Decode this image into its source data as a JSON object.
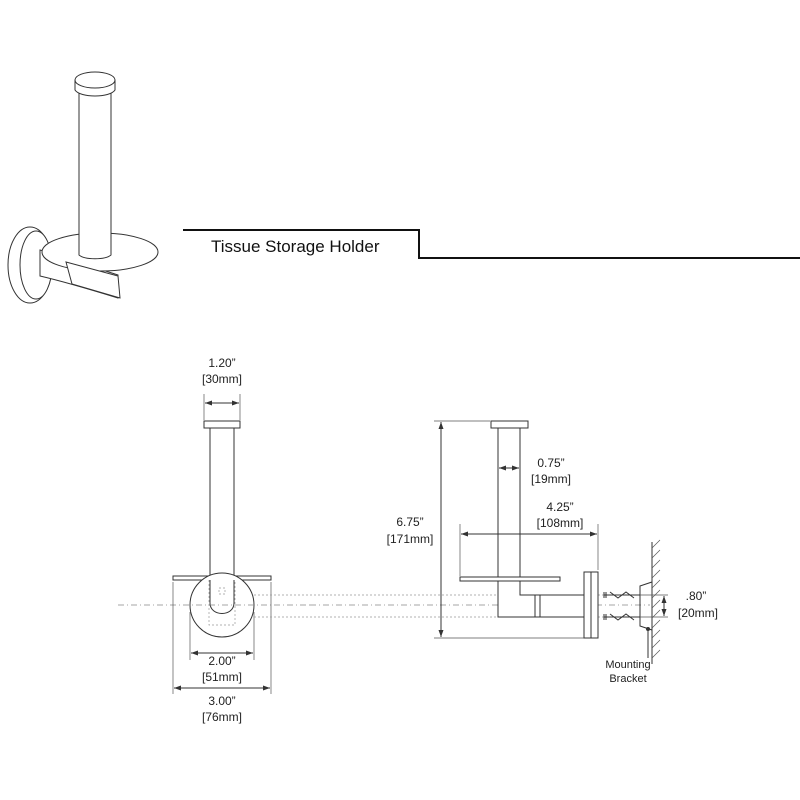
{
  "title": "Tissue Storage Holder",
  "dimensions": {
    "post_width": {
      "in": "1.20”",
      "mm": "[30mm]"
    },
    "post_depth": {
      "in": "0.75”",
      "mm": "[19mm]"
    },
    "projection": {
      "in": "4.25”",
      "mm": "[108mm]"
    },
    "height": {
      "in": "6.75”",
      "mm": "[171mm]"
    },
    "bracket_spacing": {
      "in": ".80”",
      "mm": "[20mm]"
    },
    "flange_inner": {
      "in": "2.00”",
      "mm": "[51mm]"
    },
    "flange_outer": {
      "in": "3.00”",
      "mm": "[76mm]"
    }
  },
  "mounting_bracket": {
    "line1": "Mounting",
    "line2": "Bracket"
  }
}
